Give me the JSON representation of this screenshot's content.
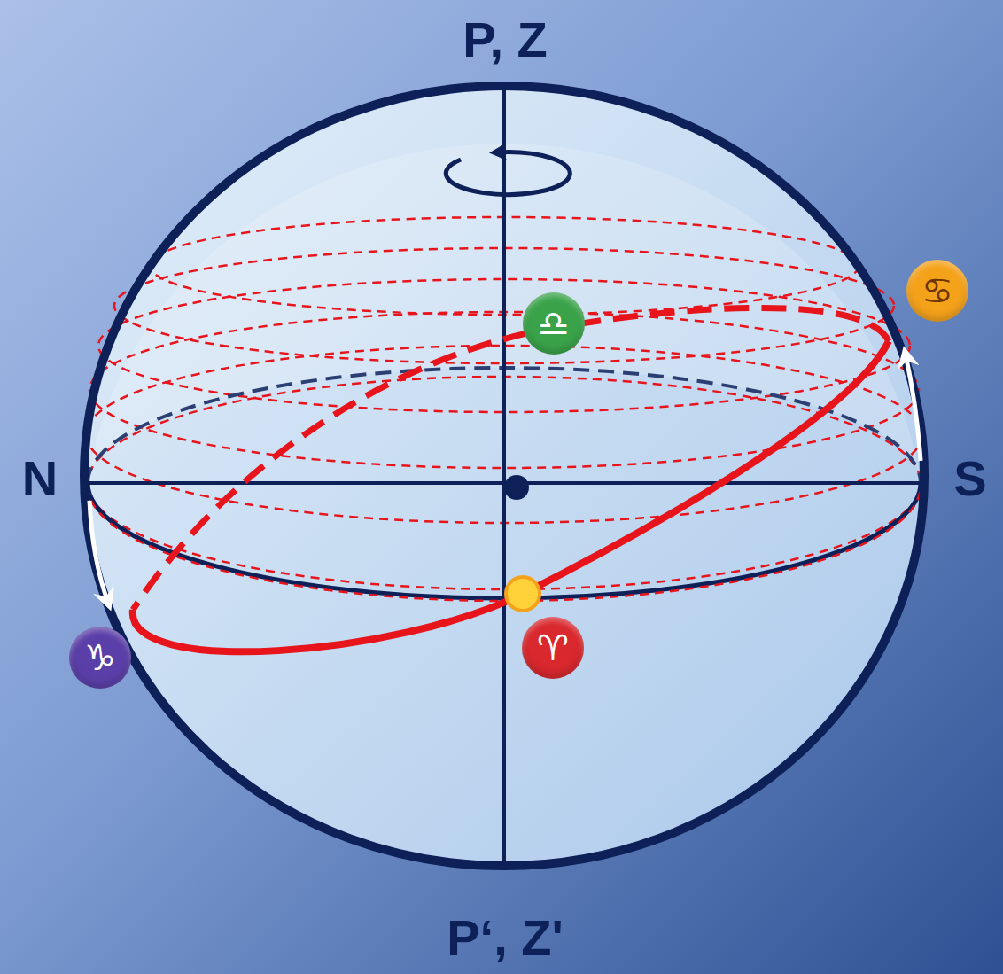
{
  "diagram": {
    "nodes": [
      {
        "text": [
          "♋"
        ]
      },
      {
        "text": [
          "♎"
        ]
      },
      {
        "text": [
          "♈"
        ]
      },
      {
        "text": [
          "♑"
        ]
      }
    ],
    "labels": [
      "P, Z",
      "N",
      "S",
      "P‘, Z'"
    ]
  }
}
